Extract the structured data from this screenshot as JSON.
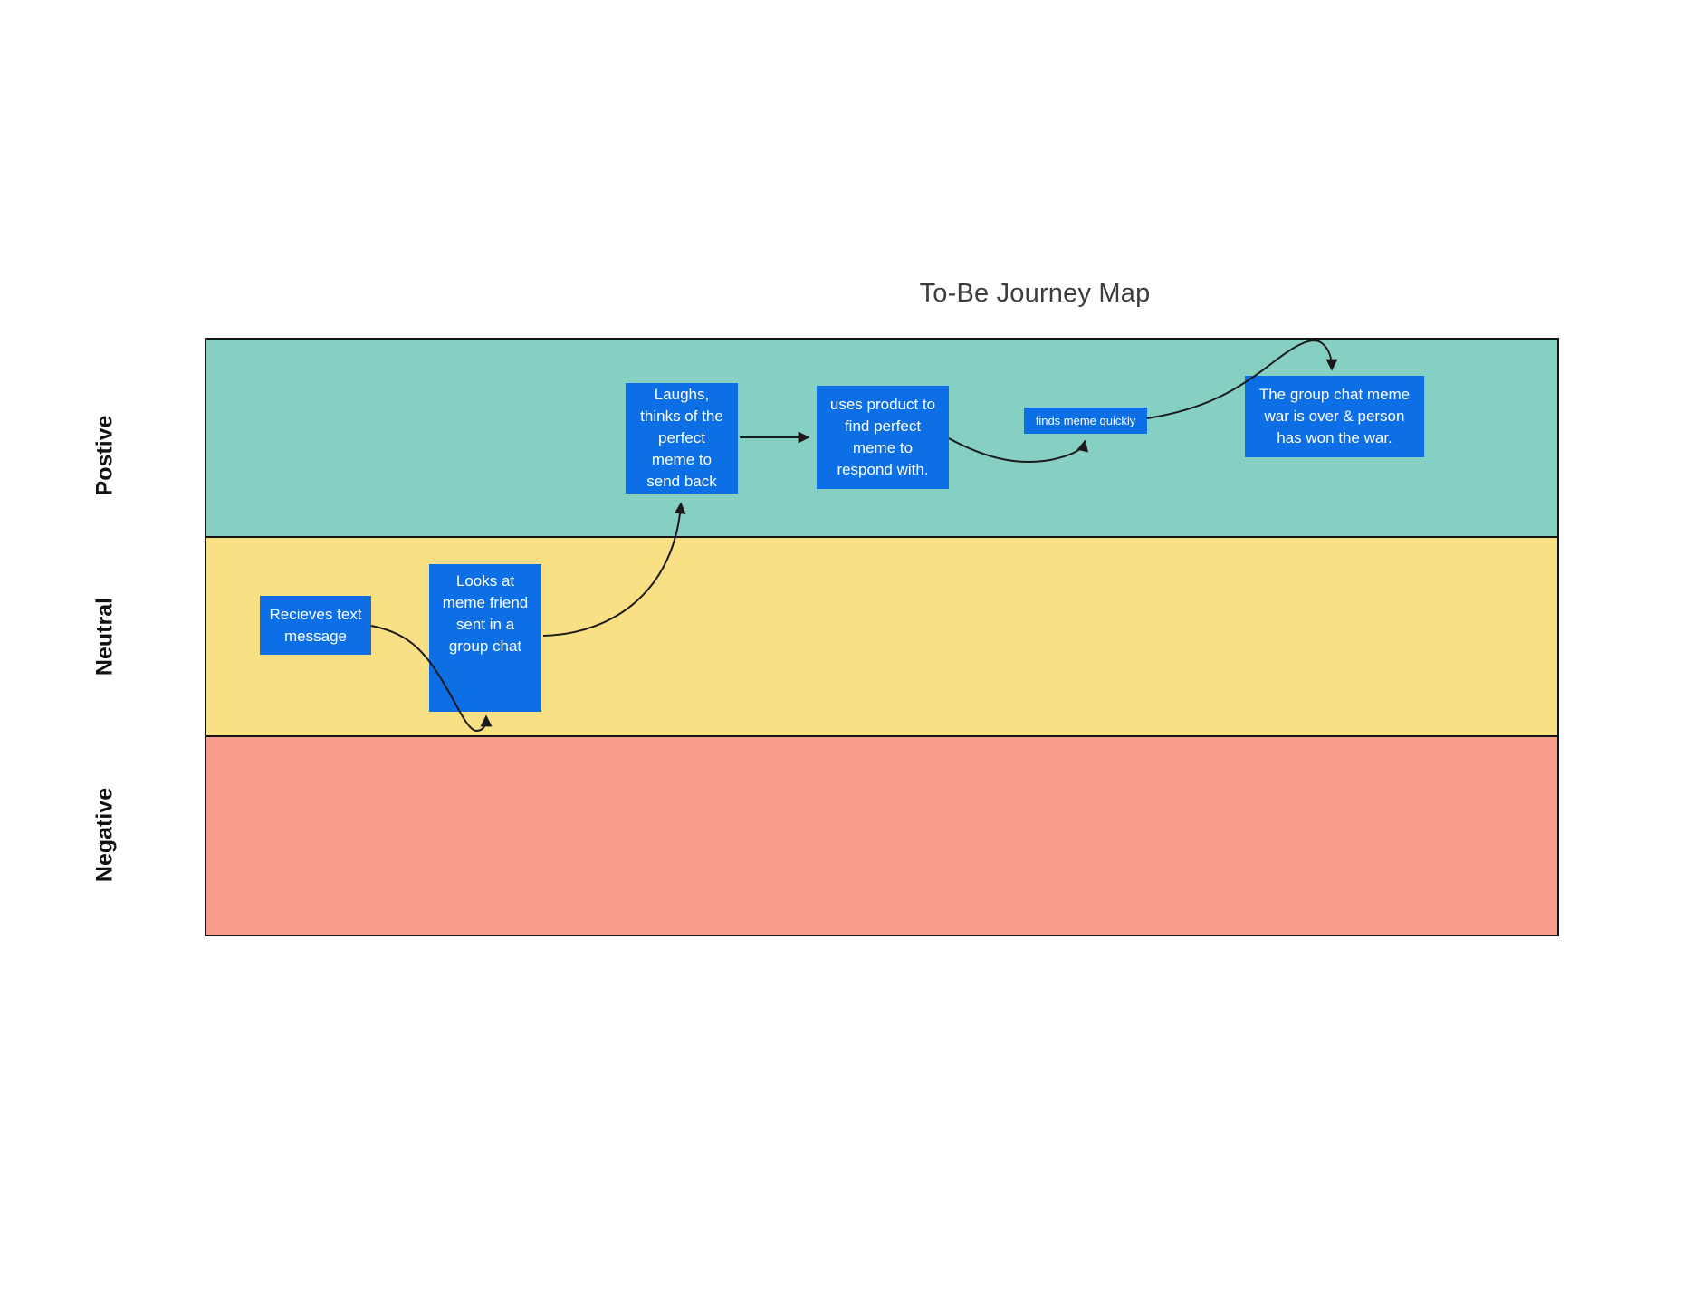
{
  "title": "To-Be Journey Map",
  "bands": [
    {
      "id": "positive",
      "label": "Postive",
      "color": "#85cfc3"
    },
    {
      "id": "neutral",
      "label": "Neutral",
      "color": "#fae084"
    },
    {
      "id": "negative",
      "label": "Negative",
      "color": "#f79c8d"
    }
  ],
  "nodes": {
    "receives_text": {
      "text": "Recieves text\nmessage",
      "band": "Neutral"
    },
    "looks_at_meme": {
      "text": "Looks at\nmeme friend\nsent in a\ngroup chat",
      "band": "Neutral"
    },
    "laughs_thinks": {
      "text": "Laughs,\nthinks of the\nperfect\nmeme to\nsend back",
      "band": "Postive"
    },
    "uses_product": {
      "text": "uses product to\nfind perfect\nmeme to\nrespond with.",
      "band": "Postive"
    },
    "finds_meme": {
      "text": "finds meme quickly",
      "band": "Postive"
    },
    "group_chat_won": {
      "text": "The group chat meme\nwar is over & person\nhas won the war.",
      "band": "Postive"
    }
  },
  "colors": {
    "node_fill": "#0c6fe6",
    "node_text": "#ffffff",
    "connector": "#1a1a1a",
    "band_border": "#141414",
    "title_text": "#3d3d3d",
    "background": "#ffffff"
  }
}
